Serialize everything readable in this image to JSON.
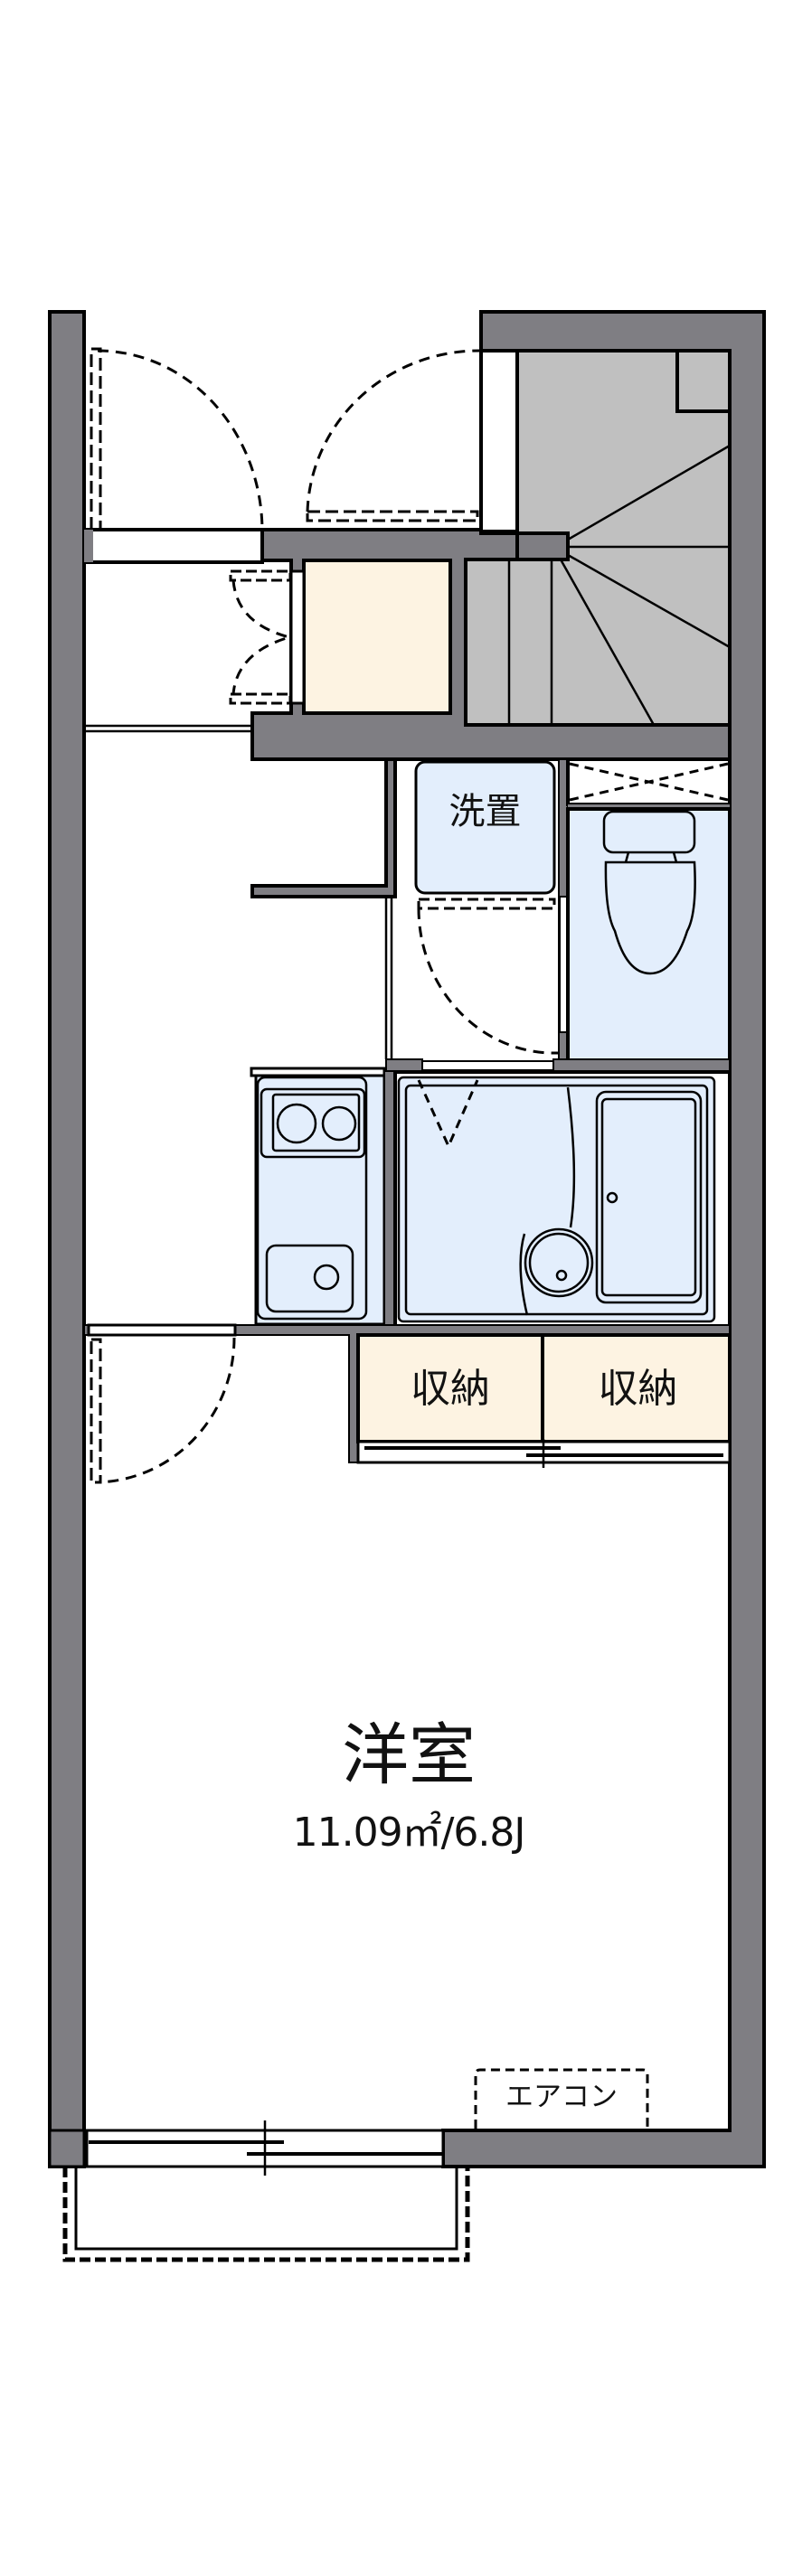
{
  "floorplan": {
    "title": "1K floor plan",
    "rooms": {
      "western_room": {
        "name": "洋室",
        "area": "11.09㎡/6.8J"
      },
      "closet_left": {
        "name": "収納"
      },
      "closet_right": {
        "name": "収納"
      },
      "washer_space": {
        "name": "洗置"
      },
      "aircon": {
        "name": "エアコン"
      }
    },
    "fixtures": [
      "entrance-door",
      "shoe-closet",
      "staircase",
      "toilet",
      "unit-bath",
      "kitchen-counter",
      "stove-2-burner",
      "sink",
      "balcony",
      "sliding-window"
    ],
    "colors": {
      "wall": "#7f7e83",
      "stair": "#c0c0c0",
      "wet_area": "#e3eefc",
      "storage": "#fdf3e2",
      "line": "#000000"
    }
  }
}
